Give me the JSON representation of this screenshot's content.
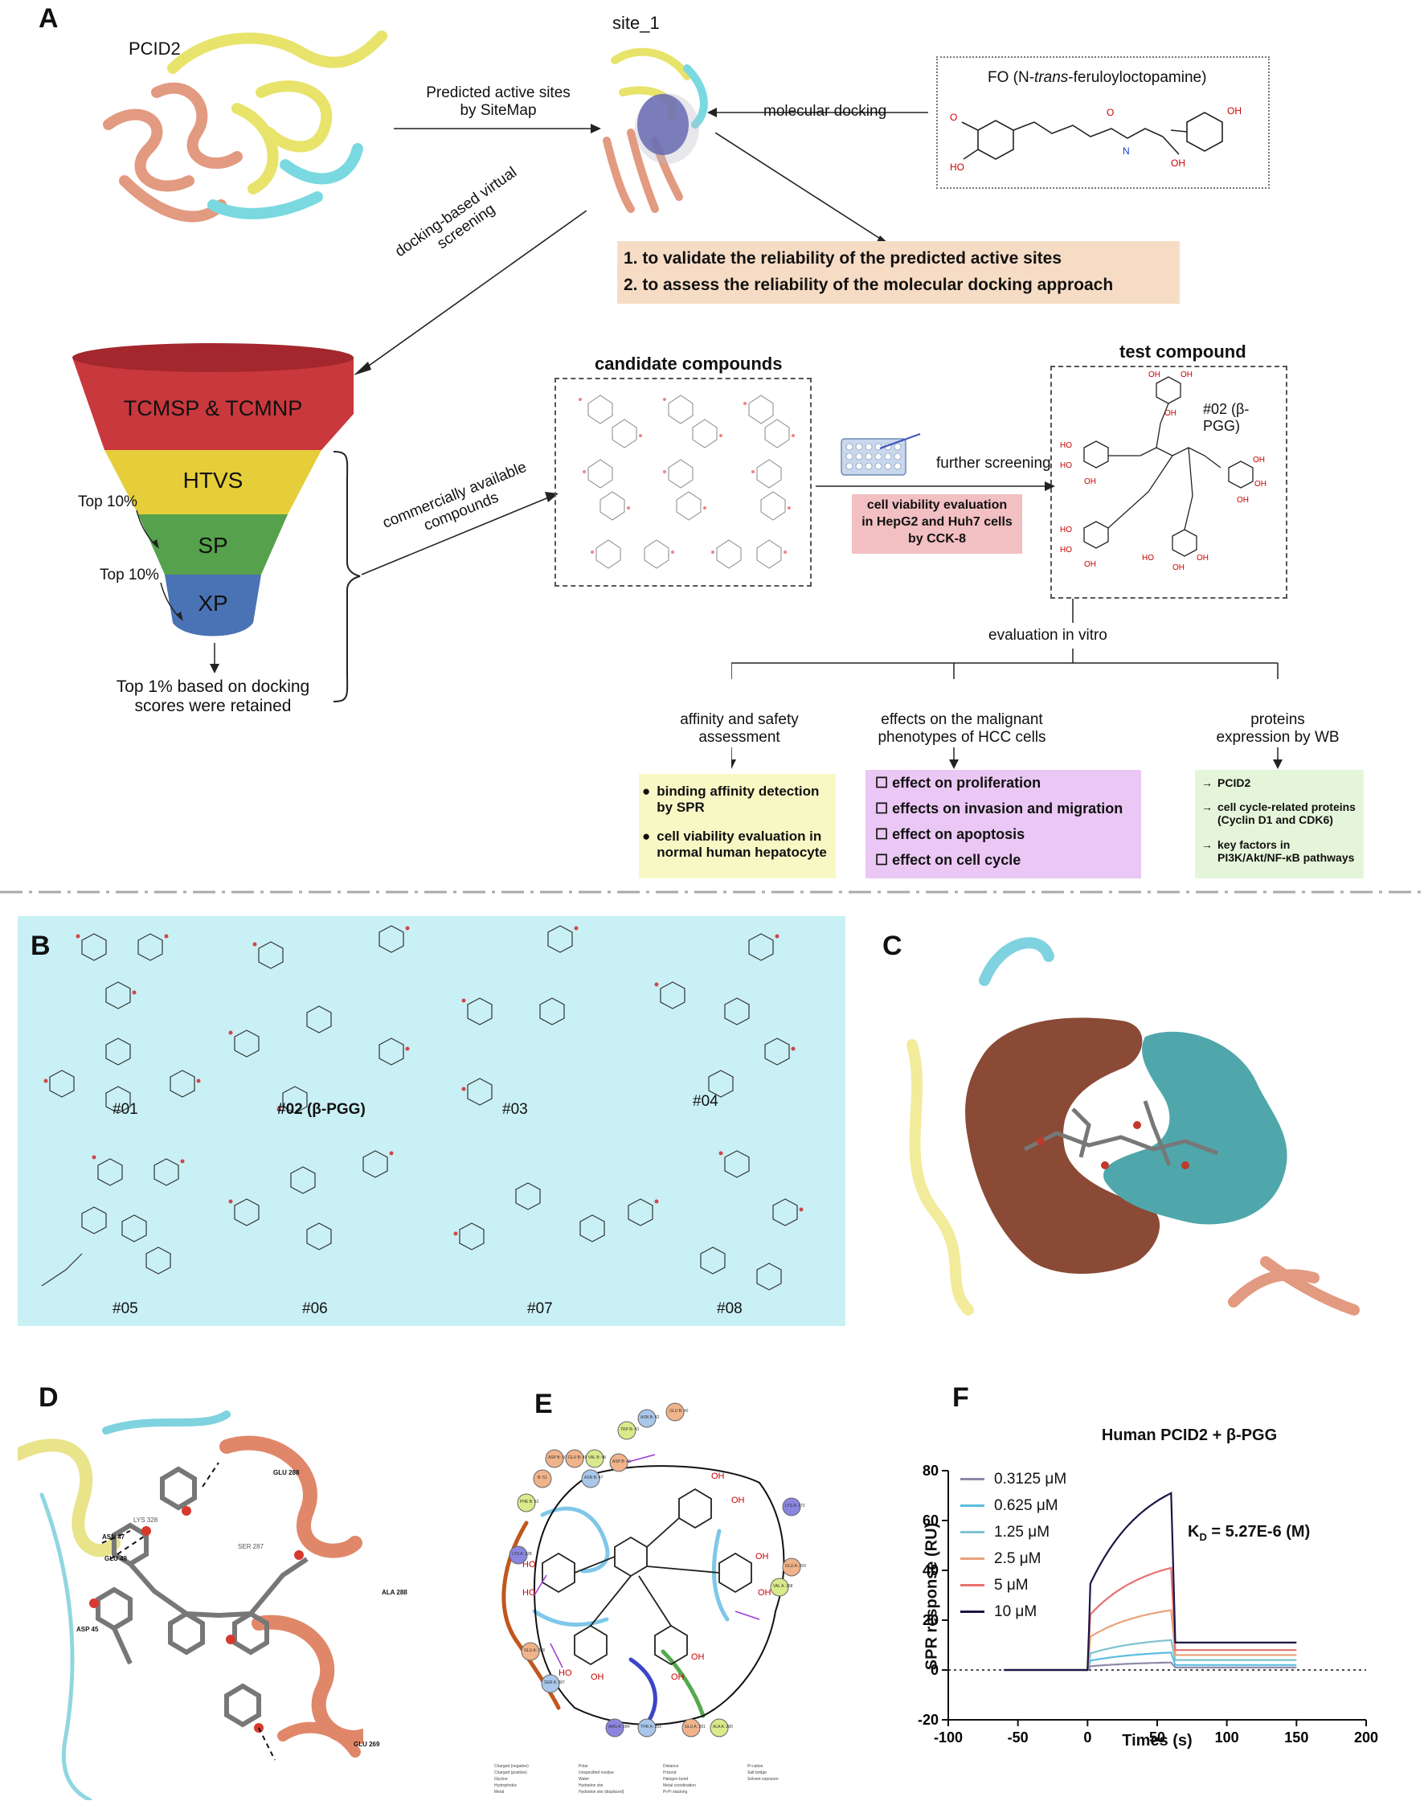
{
  "panels": {
    "a": "A",
    "b": "B",
    "c": "C",
    "d": "D",
    "e": "E",
    "f": "F"
  },
  "panel_a": {
    "protein_name": "PCID2",
    "site_name": "site_1",
    "arrow_sitemap": "Predicted active sites\nby SiteMap",
    "arrow_docking": "molecular docking",
    "ligand_title_prefix": "FO (N-",
    "ligand_title_italic": "trans",
    "ligand_title_suffix": "-feruloyloctopamine)",
    "validation_1": "1. to validate the reliability of the predicted active sites",
    "validation_2": "2. to assess the reliability of the molecular docking approach",
    "virtual_screening": "docking-based virtual screening",
    "funnel": [
      "TCMSP & TCMNP",
      "HTVS",
      "SP",
      "XP"
    ],
    "top10_a": "Top 10%",
    "top10_b": "Top 10%",
    "top1": "Top 1% based on docking\nscores were retained",
    "commercial": "commercially available\ncompounds",
    "candidate_title": "candidate compounds",
    "test_title": "test compound",
    "test_compound_label": "#02 (β-PGG)",
    "further_screening": "further screening",
    "cck8": "cell viability evaluation\nin HepG2 and Huh7 cells\nby CCK-8",
    "evaluation_in_vitro": "evaluation in vitro",
    "branch_1_title": "affinity and safety\nassessment",
    "branch_2_title": "effects on the malignant\nphenotypes of HCC cells",
    "branch_3_title": "proteins\nexpression by WB",
    "branch_1_items": [
      "binding affinity detection by SPR",
      "cell viability evaluation in normal human hepatocyte"
    ],
    "branch_2_items": [
      "effect on proliferation",
      "effects on invasion and migration",
      "effect on apoptosis",
      "effect on cell cycle"
    ],
    "branch_3_items": [
      "PCID2",
      "cell cycle-related proteins (Cyclin D1 and CDK6)",
      "key factors in PI3K/Akt/NF-κB pathways"
    ]
  },
  "panel_b": {
    "compounds": [
      "#01",
      "#02 (β-PGG)",
      "#03",
      "#04",
      "#05",
      "#06",
      "#07",
      "#08"
    ]
  },
  "panel_d": {
    "residues": [
      "GLU 288",
      "LYS 328",
      "ASN 47",
      "GLU 49",
      "SER 287",
      "ALA 288",
      "ASP 45",
      "GLU 269"
    ]
  },
  "panel_e": {
    "residues": [
      "ASN B: 42",
      "GLU B: 40",
      "TRP B: 43",
      "ASP B: 45",
      "GLU B: 49",
      "VAL B: 48",
      "ASN B: 47",
      "ASP B: 50",
      "B: 51",
      "PHE B: 52",
      "LYS A: 328",
      "LYS A: 272",
      "GLU A: 269",
      "VAL A: 268",
      "GLU A: 288",
      "SER A: 287",
      "ARG A: 284",
      "THR A: 283",
      "GLU A: 281",
      "ALA A: 280"
    ],
    "legend": [
      "Charged (negative)",
      "Charged (positive)",
      "Glycine",
      "Hydrophobic",
      "Metal",
      "Polar",
      "Unspecified residue",
      "Water",
      "Hydration site",
      "Hydration site (displaced)",
      "Distance",
      "H-bond",
      "Halogen bond",
      "Metal coordination",
      "Pi-Pi stacking",
      "Pi-cation",
      "Salt bridge",
      "Solvent exposure"
    ]
  },
  "chart_data": {
    "type": "line",
    "title": "Human PCID2 + β-PGG",
    "xlabel": "Times (s)",
    "ylabel": "SPR response (RU)",
    "xlim": [
      -100,
      200
    ],
    "ylim": [
      -20,
      80
    ],
    "xticks": [
      "-100",
      "-50",
      "0",
      "50",
      "100",
      "150",
      "200"
    ],
    "yticks": [
      "-20",
      "0",
      "20",
      "40",
      "60",
      "80"
    ],
    "annotation_main": "K",
    "annotation_sub": "D",
    "annotation_value": " = 5.27E-6 (M)",
    "series": [
      {
        "name": "0.3125 μM",
        "color": "#8c8aa8",
        "plateau": 2,
        "peak": 3,
        "residual": 1
      },
      {
        "name": "0.625 μM",
        "color": "#5bbde0",
        "plateau": 5,
        "peak": 7,
        "residual": 2
      },
      {
        "name": "1.25 μM",
        "color": "#7cc3cf",
        "plateau": 9,
        "peak": 12,
        "residual": 4
      },
      {
        "name": "2.5 μM",
        "color": "#e9a27a",
        "plateau": 18,
        "peak": 24,
        "residual": 6
      },
      {
        "name": "5 μM",
        "color": "#e8706e",
        "plateau": 30,
        "peak": 41,
        "residual": 8
      },
      {
        "name": "10 μM",
        "color": "#1b1646",
        "plateau": 46,
        "peak": 71,
        "residual": 11
      }
    ]
  }
}
